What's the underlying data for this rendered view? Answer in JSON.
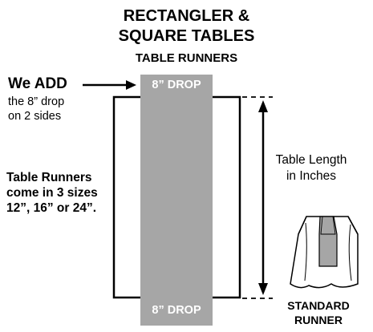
{
  "title": {
    "line1": "RECTANGLER &",
    "line2": "SQUARE TABLES",
    "subtitle": "TABLE RUNNERS"
  },
  "callout": {
    "heading": "We ADD",
    "line1": "the 8” drop",
    "line2": "on 2 sides"
  },
  "runner_drop": {
    "top": "8” DROP",
    "bottom": "8” DROP"
  },
  "sizes_note": {
    "line1": "Table Runners",
    "line2": "come in 3 sizes",
    "line3": "12”, 16” or 24”."
  },
  "dimension": {
    "line1": "Table Length",
    "line2": "in Inches"
  },
  "standard": {
    "line1": "STANDARD",
    "line2": "RUNNER"
  },
  "colors": {
    "runner": "#a6a6a6",
    "line": "#000000",
    "text": "#000000",
    "background": "#ffffff"
  }
}
